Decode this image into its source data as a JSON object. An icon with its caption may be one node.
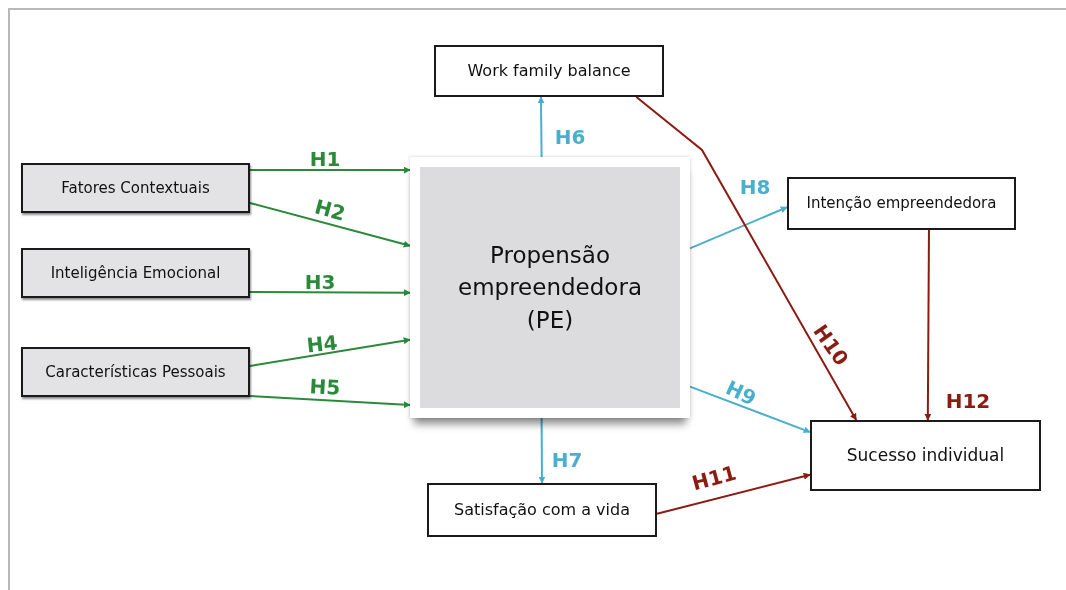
{
  "diagram": {
    "nodes": [
      {
        "text": [
          "Work family balance"
        ]
      },
      {
        "text": [
          "Fatores Contextuais"
        ]
      },
      {
        "text": [
          "Inteligência Emocional"
        ]
      },
      {
        "text": [
          "Características Pessoais"
        ]
      },
      {
        "text": [
          "Propensão empreendedora (PE)"
        ]
      },
      {
        "text": [
          "Intenção empreendedora"
        ]
      },
      {
        "text": [
          "Sucesso individual"
        ]
      },
      {
        "text": [
          "Satisfação com a vida"
        ]
      }
    ],
    "edges": [
      {
        "from": 1,
        "to": 4,
        "arrow": "to",
        "label": "H1"
      },
      {
        "from": 1,
        "to": 4,
        "arrow": "to",
        "label": "H2"
      },
      {
        "from": 2,
        "to": 4,
        "arrow": "to",
        "label": "H3"
      },
      {
        "from": 3,
        "to": 4,
        "arrow": "to",
        "label": "H4"
      },
      {
        "from": 3,
        "to": 4,
        "arrow": "to",
        "label": "H5"
      },
      {
        "from": 4,
        "to": 0,
        "arrow": "to",
        "label": "H6",
        "color": "#4aafcc"
      },
      {
        "from": 4,
        "to": 7,
        "arrow": "to",
        "label": "H7",
        "color": "#4aafcc"
      },
      {
        "from": 4,
        "to": 5,
        "arrow": "to",
        "label": "H8",
        "color": "#4aafcc"
      },
      {
        "from": 4,
        "to": 6,
        "arrow": "to",
        "label": "H9",
        "color": "#4aafcc"
      },
      {
        "from": 0,
        "to": 6,
        "arrow": "to",
        "label": "H10",
        "color": "#8b1c12"
      },
      {
        "from": 7,
        "to": 6,
        "arrow": "to",
        "label": "H11",
        "color": "#8b1c12"
      },
      {
        "from": 5,
        "to": 6,
        "arrow": "to",
        "label": "H12",
        "color": "#8b1c12"
      }
    ]
  }
}
